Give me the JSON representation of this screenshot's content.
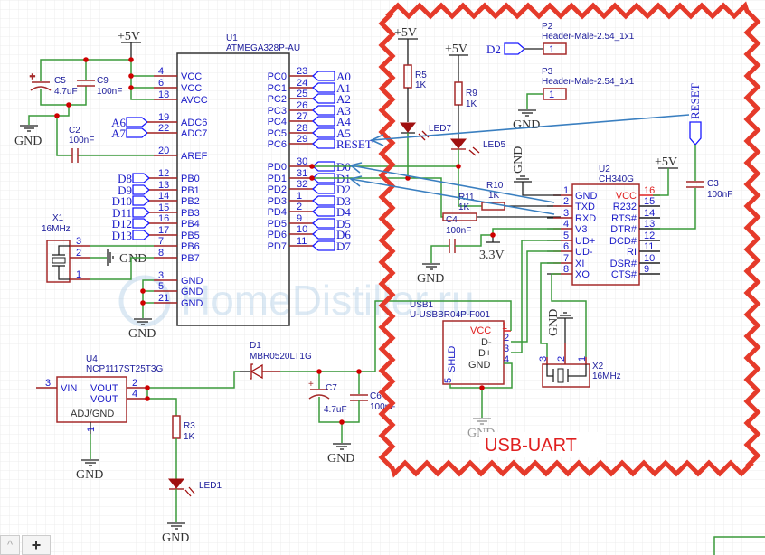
{
  "power": {
    "vcc": "+5V",
    "gnd": "GND",
    "v33": "3.3V"
  },
  "watermark": "HomeDistiller.ru",
  "section_label": "USB-UART",
  "colors": {
    "wire": "#3a9a3a",
    "pin": "#a02020",
    "text": "#1a1ac8",
    "junction": "#d00000",
    "border": "#e53a2a",
    "arrow": "#3a7fc0"
  },
  "u1": {
    "ref": "U1",
    "part": "ATMEGA328P-AU",
    "left_pins": [
      {
        "num": "4",
        "name": "VCC"
      },
      {
        "num": "6",
        "name": "VCC"
      },
      {
        "num": "18",
        "name": "AVCC"
      },
      {
        "num": "19",
        "name": "ADC6"
      },
      {
        "num": "22",
        "name": "ADC7"
      },
      {
        "num": "20",
        "name": "AREF"
      },
      {
        "num": "12",
        "name": "PB0"
      },
      {
        "num": "13",
        "name": "PB1"
      },
      {
        "num": "14",
        "name": "PB2"
      },
      {
        "num": "15",
        "name": "PB3"
      },
      {
        "num": "16",
        "name": "PB4"
      },
      {
        "num": "17",
        "name": "PB5"
      },
      {
        "num": "7",
        "name": "PB6"
      },
      {
        "num": "8",
        "name": "PB7"
      },
      {
        "num": "3",
        "name": "GND"
      },
      {
        "num": "5",
        "name": "GND"
      },
      {
        "num": "21",
        "name": "GND"
      }
    ],
    "right_pins": [
      {
        "num": "23",
        "name": "PC0",
        "net": "A0"
      },
      {
        "num": "24",
        "name": "PC1",
        "net": "A1"
      },
      {
        "num": "25",
        "name": "PC2",
        "net": "A2"
      },
      {
        "num": "26",
        "name": "PC3",
        "net": "A3"
      },
      {
        "num": "27",
        "name": "PC4",
        "net": "A4"
      },
      {
        "num": "28",
        "name": "PC5",
        "net": "A5"
      },
      {
        "num": "29",
        "name": "PC6",
        "net": "RESET"
      },
      {
        "num": "30",
        "name": "PD0",
        "net": "D0"
      },
      {
        "num": "31",
        "name": "PD1",
        "net": "D1"
      },
      {
        "num": "32",
        "name": "PD2",
        "net": "D2"
      },
      {
        "num": "1",
        "name": "PD3",
        "net": "D3"
      },
      {
        "num": "2",
        "name": "PD4",
        "net": "D4"
      },
      {
        "num": "9",
        "name": "PD5",
        "net": "D5"
      },
      {
        "num": "10",
        "name": "PD6",
        "net": "D6"
      },
      {
        "num": "11",
        "name": "PD7",
        "net": "D7"
      }
    ],
    "left_nets": [
      "A6",
      "A7",
      "D8",
      "D9",
      "D10",
      "D11",
      "D12",
      "D13"
    ]
  },
  "u2": {
    "ref": "U2",
    "part": "CH340G",
    "left_pins": [
      {
        "num": "1",
        "name": "GND"
      },
      {
        "num": "2",
        "name": "TXD"
      },
      {
        "num": "3",
        "name": "RXD"
      },
      {
        "num": "4",
        "name": "V3"
      },
      {
        "num": "5",
        "name": "UD+"
      },
      {
        "num": "6",
        "name": "UD-"
      },
      {
        "num": "7",
        "name": "XI"
      },
      {
        "num": "8",
        "name": "XO"
      }
    ],
    "right_pins": [
      {
        "num": "16",
        "name": "VCC"
      },
      {
        "num": "15",
        "name": "R232"
      },
      {
        "num": "14",
        "name": "RTS#"
      },
      {
        "num": "13",
        "name": "DTR#"
      },
      {
        "num": "12",
        "name": "DCD#"
      },
      {
        "num": "11",
        "name": "RI"
      },
      {
        "num": "10",
        "name": "DSR#"
      },
      {
        "num": "9",
        "name": "CTS#"
      }
    ]
  },
  "c5": {
    "ref": "C5",
    "value": "4.7uF"
  },
  "c9": {
    "ref": "C9",
    "value": "100nF"
  },
  "c2": {
    "ref": "C2",
    "value": "100nF"
  },
  "x1": {
    "ref": "X1",
    "value": "16MHz",
    "pins": [
      "3",
      "2",
      "1"
    ]
  },
  "r5": {
    "ref": "R5",
    "value": "1K"
  },
  "r9": {
    "ref": "R9",
    "value": "1K"
  },
  "r10": {
    "ref": "R10",
    "value": "1K"
  },
  "r11": {
    "ref": "R11",
    "value": "1K"
  },
  "led7": {
    "ref": "LED7"
  },
  "led5": {
    "ref": "LED5"
  },
  "led1": {
    "ref": "LED1"
  },
  "p2": {
    "ref": "P2",
    "part": "Header-Male-2.54_1x1",
    "pin": "1",
    "net": "D2"
  },
  "p3": {
    "ref": "P3",
    "part": "Header-Male-2.54_1x1",
    "pin": "1"
  },
  "reset_flag": "RESET",
  "c3": {
    "ref": "C3",
    "value": "100nF"
  },
  "c4": {
    "ref": "C4",
    "value": "100nF"
  },
  "usb1": {
    "ref": "USB1",
    "part": "U-USBBR04P-F001",
    "pins": [
      {
        "num": "1",
        "name": "VCC"
      },
      {
        "num": "2",
        "name": "D-"
      },
      {
        "num": "3",
        "name": "D+"
      },
      {
        "num": "4",
        "name": "GND"
      }
    ],
    "shield": {
      "num": "5",
      "name": "SHLD"
    }
  },
  "x2": {
    "ref": "X2",
    "value": "16MHz",
    "pins": [
      "3",
      "2",
      "1"
    ]
  },
  "u4": {
    "ref": "U4",
    "part": "NCP1117ST25T3G",
    "pins": {
      "vin": "VIN",
      "vin_num": "3",
      "vout1": "VOUT",
      "vout1_num": "2",
      "vout2": "VOUT",
      "vout2_num": "4",
      "adj": "ADJ/GND",
      "adj_num": "1"
    }
  },
  "d1": {
    "ref": "D1",
    "part": "MBR0520LT1G"
  },
  "c7": {
    "ref": "C7",
    "value": "4.7uF"
  },
  "c6": {
    "ref": "C6",
    "value": "100nF"
  },
  "r3": {
    "ref": "R3",
    "value": "1K"
  },
  "toolbar": {
    "collapse": "^",
    "add": "+"
  }
}
